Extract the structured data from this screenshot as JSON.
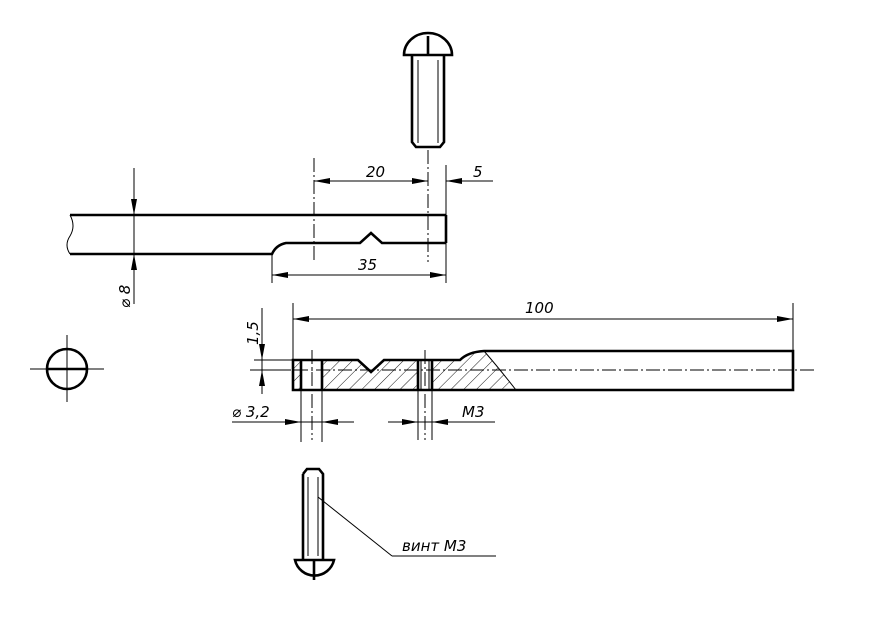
{
  "dimensions": {
    "d20": "20",
    "d5": "5",
    "d35": "35",
    "d8": "8",
    "d100": "100",
    "d15": "1,5",
    "d32": "3,2",
    "m3": "M3"
  },
  "labels": {
    "screw": "винт М3",
    "diameter_symbol": "⌀"
  },
  "colors": {
    "line": "#000000",
    "background": "#ffffff"
  }
}
